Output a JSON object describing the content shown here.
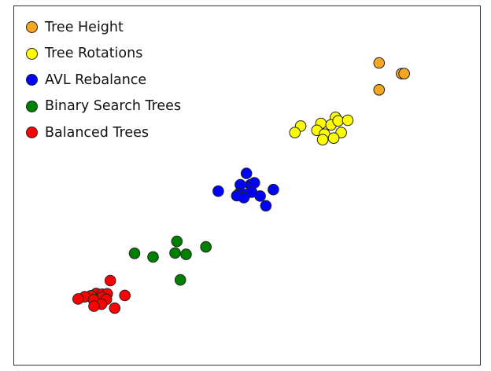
{
  "chart_data": {
    "type": "scatter",
    "title": "",
    "xlabel": "",
    "ylabel": "",
    "grid": false,
    "axes_visible": false,
    "legend_position": "top-left",
    "xlim": [
      0,
      100
    ],
    "ylim": [
      0,
      100
    ],
    "series": [
      {
        "name": "Tree Height",
        "color": "#f5a623",
        "points": [
          [
            80.5,
            87.6
          ],
          [
            85.6,
            84.3
          ],
          [
            86.2,
            84.3
          ],
          [
            80.5,
            79.3
          ]
        ]
      },
      {
        "name": "Tree Rotations",
        "color": "#ffff00",
        "points": [
          [
            70.6,
            70.8
          ],
          [
            67.3,
            68.9
          ],
          [
            69.6,
            68.5
          ],
          [
            71.2,
            69.7
          ],
          [
            73.4,
            69.9
          ],
          [
            62.7,
            68.1
          ],
          [
            66.4,
            66.8
          ],
          [
            61.4,
            66.1
          ],
          [
            68.1,
            65.6
          ],
          [
            71.9,
            66.1
          ],
          [
            67.7,
            63.9
          ],
          [
            70.2,
            64.4
          ]
        ]
      },
      {
        "name": "AVL Rebalance",
        "color": "#0000ff",
        "points": [
          [
            50.4,
            53.5
          ],
          [
            49.0,
            50.0
          ],
          [
            51.3,
            50.0
          ],
          [
            52.2,
            50.6
          ],
          [
            56.5,
            48.5
          ],
          [
            44.0,
            48.0
          ],
          [
            48.7,
            47.2
          ],
          [
            50.2,
            47.0
          ],
          [
            51.6,
            47.7
          ],
          [
            53.5,
            46.5
          ],
          [
            48.2,
            46.6
          ],
          [
            49.8,
            46.0
          ],
          [
            54.8,
            43.5
          ]
        ]
      },
      {
        "name": "Binary Search Trees",
        "color": "#008000",
        "points": [
          [
            34.6,
            32.5
          ],
          [
            41.2,
            30.8
          ],
          [
            25.0,
            28.8
          ],
          [
            34.2,
            28.9
          ],
          [
            36.7,
            28.5
          ],
          [
            29.2,
            27.7
          ],
          [
            35.4,
            20.6
          ]
        ]
      },
      {
        "name": "Balanced Trees",
        "color": "#ff0000",
        "points": [
          [
            19.5,
            20.4
          ],
          [
            16.3,
            16.4
          ],
          [
            17.6,
            16.2
          ],
          [
            18.8,
            16.3
          ],
          [
            15.1,
            15.7
          ],
          [
            22.8,
            15.8
          ],
          [
            13.7,
            15.4
          ],
          [
            17.6,
            15.3
          ],
          [
            12.2,
            14.7
          ],
          [
            15.7,
            14.5
          ],
          [
            18.6,
            14.6
          ],
          [
            17.5,
            13.1
          ],
          [
            15.8,
            12.5
          ],
          [
            20.5,
            11.9
          ]
        ]
      }
    ]
  }
}
